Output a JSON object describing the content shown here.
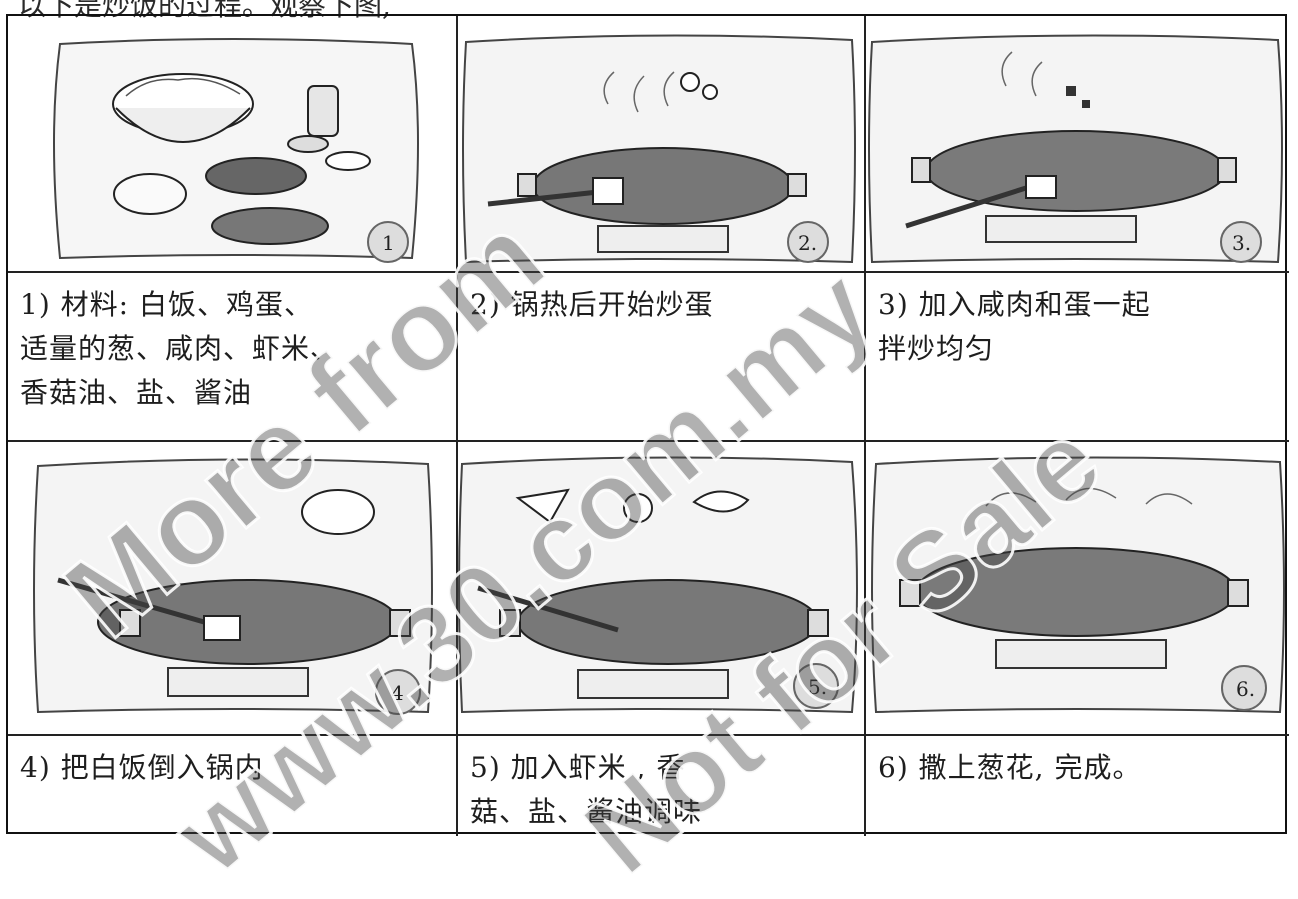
{
  "header": {
    "text": "以下是炒饭的过程。观察下图,"
  },
  "steps": [
    {
      "number": "1",
      "caption": "1) 材料: 白饭、鸡蛋、\n适量的葱、咸肉、虾米、\n香菇油、盐、酱油"
    },
    {
      "number": "2.",
      "caption": "2) 锅热后开始炒蛋"
    },
    {
      "number": "3.",
      "caption": "3) 加入咸肉和蛋一起\n拌炒均匀"
    },
    {
      "number": "4",
      "caption": "4) 把白饭倒入锅内"
    },
    {
      "number": "5.",
      "caption": "5) 加入虾米 , 香\n菇、盐、酱油调味"
    },
    {
      "number": "6.",
      "caption": "6) 撒上葱花, 完成。"
    }
  ],
  "watermark": {
    "lines": [
      "More from",
      "www.30.com.my",
      "Not for Sale"
    ]
  }
}
